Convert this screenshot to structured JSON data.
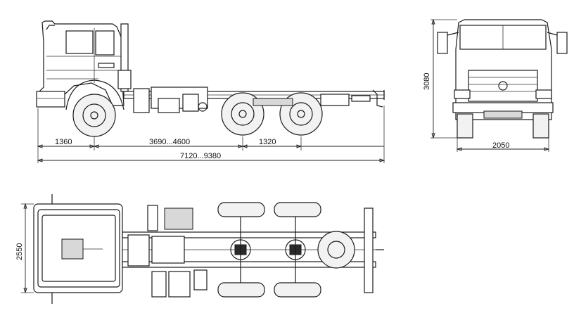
{
  "dimensions": {
    "front_overhang": "1360",
    "wheelbase": "3690...4600",
    "rear_axle_spacing": "1320",
    "overall_length": "7120...9380",
    "height": "3080",
    "track_width": "2050",
    "overall_width": "2550"
  },
  "colors": {
    "line": "#1a1a1a",
    "background": "#ffffff"
  }
}
